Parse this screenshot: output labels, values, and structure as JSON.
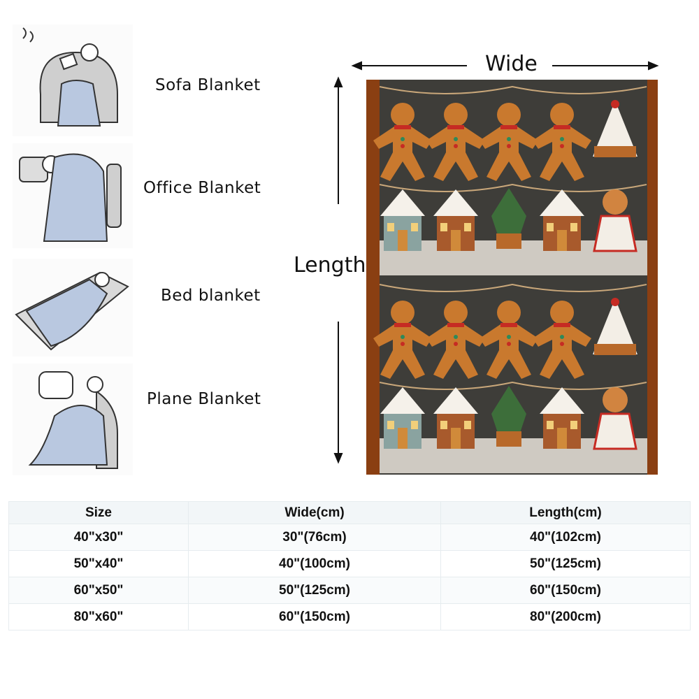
{
  "uses": [
    {
      "label": "Sofa Blanket",
      "icon": "sofa-person-icon"
    },
    {
      "label": "Office Blanket",
      "icon": "office-chair-person-icon"
    },
    {
      "label": "Bed blanket",
      "icon": "bed-person-icon"
    },
    {
      "label": "Plane Blanket",
      "icon": "plane-seat-person-icon"
    }
  ],
  "dimensions": {
    "wide": "Wide",
    "length": "Length"
  },
  "colors": {
    "border": "#8a3f12",
    "background": "#3e3d39",
    "floor": "#cfcac2",
    "blanket_blue": "#b9c8e0"
  },
  "size_table": {
    "headers": [
      "Size",
      "Wide(cm)",
      "Length(cm)"
    ],
    "rows": [
      [
        "40\"x30\"",
        "30\"(76cm)",
        "40\"(102cm)"
      ],
      [
        "50\"x40\"",
        "40\"(100cm)",
        "50\"(125cm)"
      ],
      [
        "60\"x50\"",
        "50\"(125cm)",
        "60\"(150cm)"
      ],
      [
        "80\"x60\"",
        "60\"(150cm)",
        "80\"(200cm)"
      ]
    ]
  }
}
